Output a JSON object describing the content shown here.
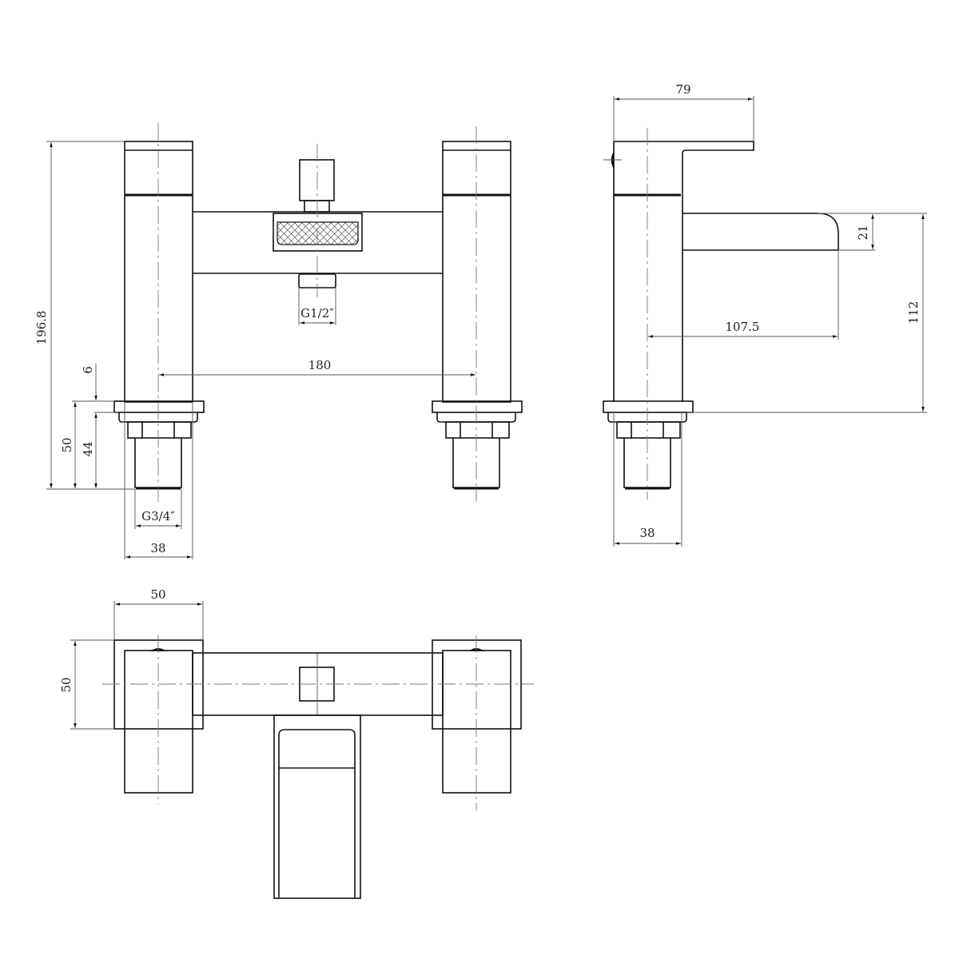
{
  "drawing": {
    "type": "technical-dimension-drawing",
    "subject": "bath shower mixer tap",
    "line_color": "#111111",
    "dimension_line_color": "#555555",
    "background": "#ffffff"
  },
  "views": {
    "front": {
      "dims": {
        "overall_height": "196.8",
        "centres": "180",
        "deck_plate_thickness": "6",
        "tail_total": "50",
        "tail_thread_length": "44",
        "tail_thread": "G3/4″",
        "body_width": "38",
        "diverter_outlet_thread": "G1/2″"
      }
    },
    "side": {
      "dims": {
        "handle_length": "79",
        "spout_thickness": "21",
        "spout_reach": "107.5",
        "spout_height": "112",
        "body_width": "38"
      }
    },
    "top": {
      "dims": {
        "plate_width": "50",
        "plate_depth": "50"
      }
    }
  }
}
